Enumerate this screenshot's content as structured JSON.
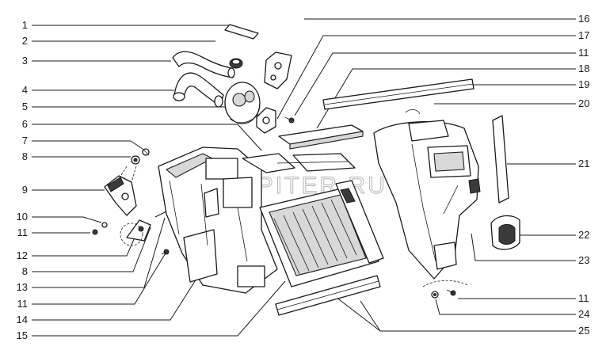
{
  "watermark": "AUTOPITER.RU",
  "labels_left": [
    "1",
    "2",
    "3",
    "4",
    "5",
    "6",
    "7",
    "8",
    "9",
    "10",
    "11",
    "12",
    "8",
    "13",
    "11",
    "14",
    "15"
  ],
  "labels_right": [
    "16",
    "17",
    "11",
    "18",
    "19",
    "20",
    "21",
    "22",
    "23",
    "11",
    "24",
    "25"
  ]
}
